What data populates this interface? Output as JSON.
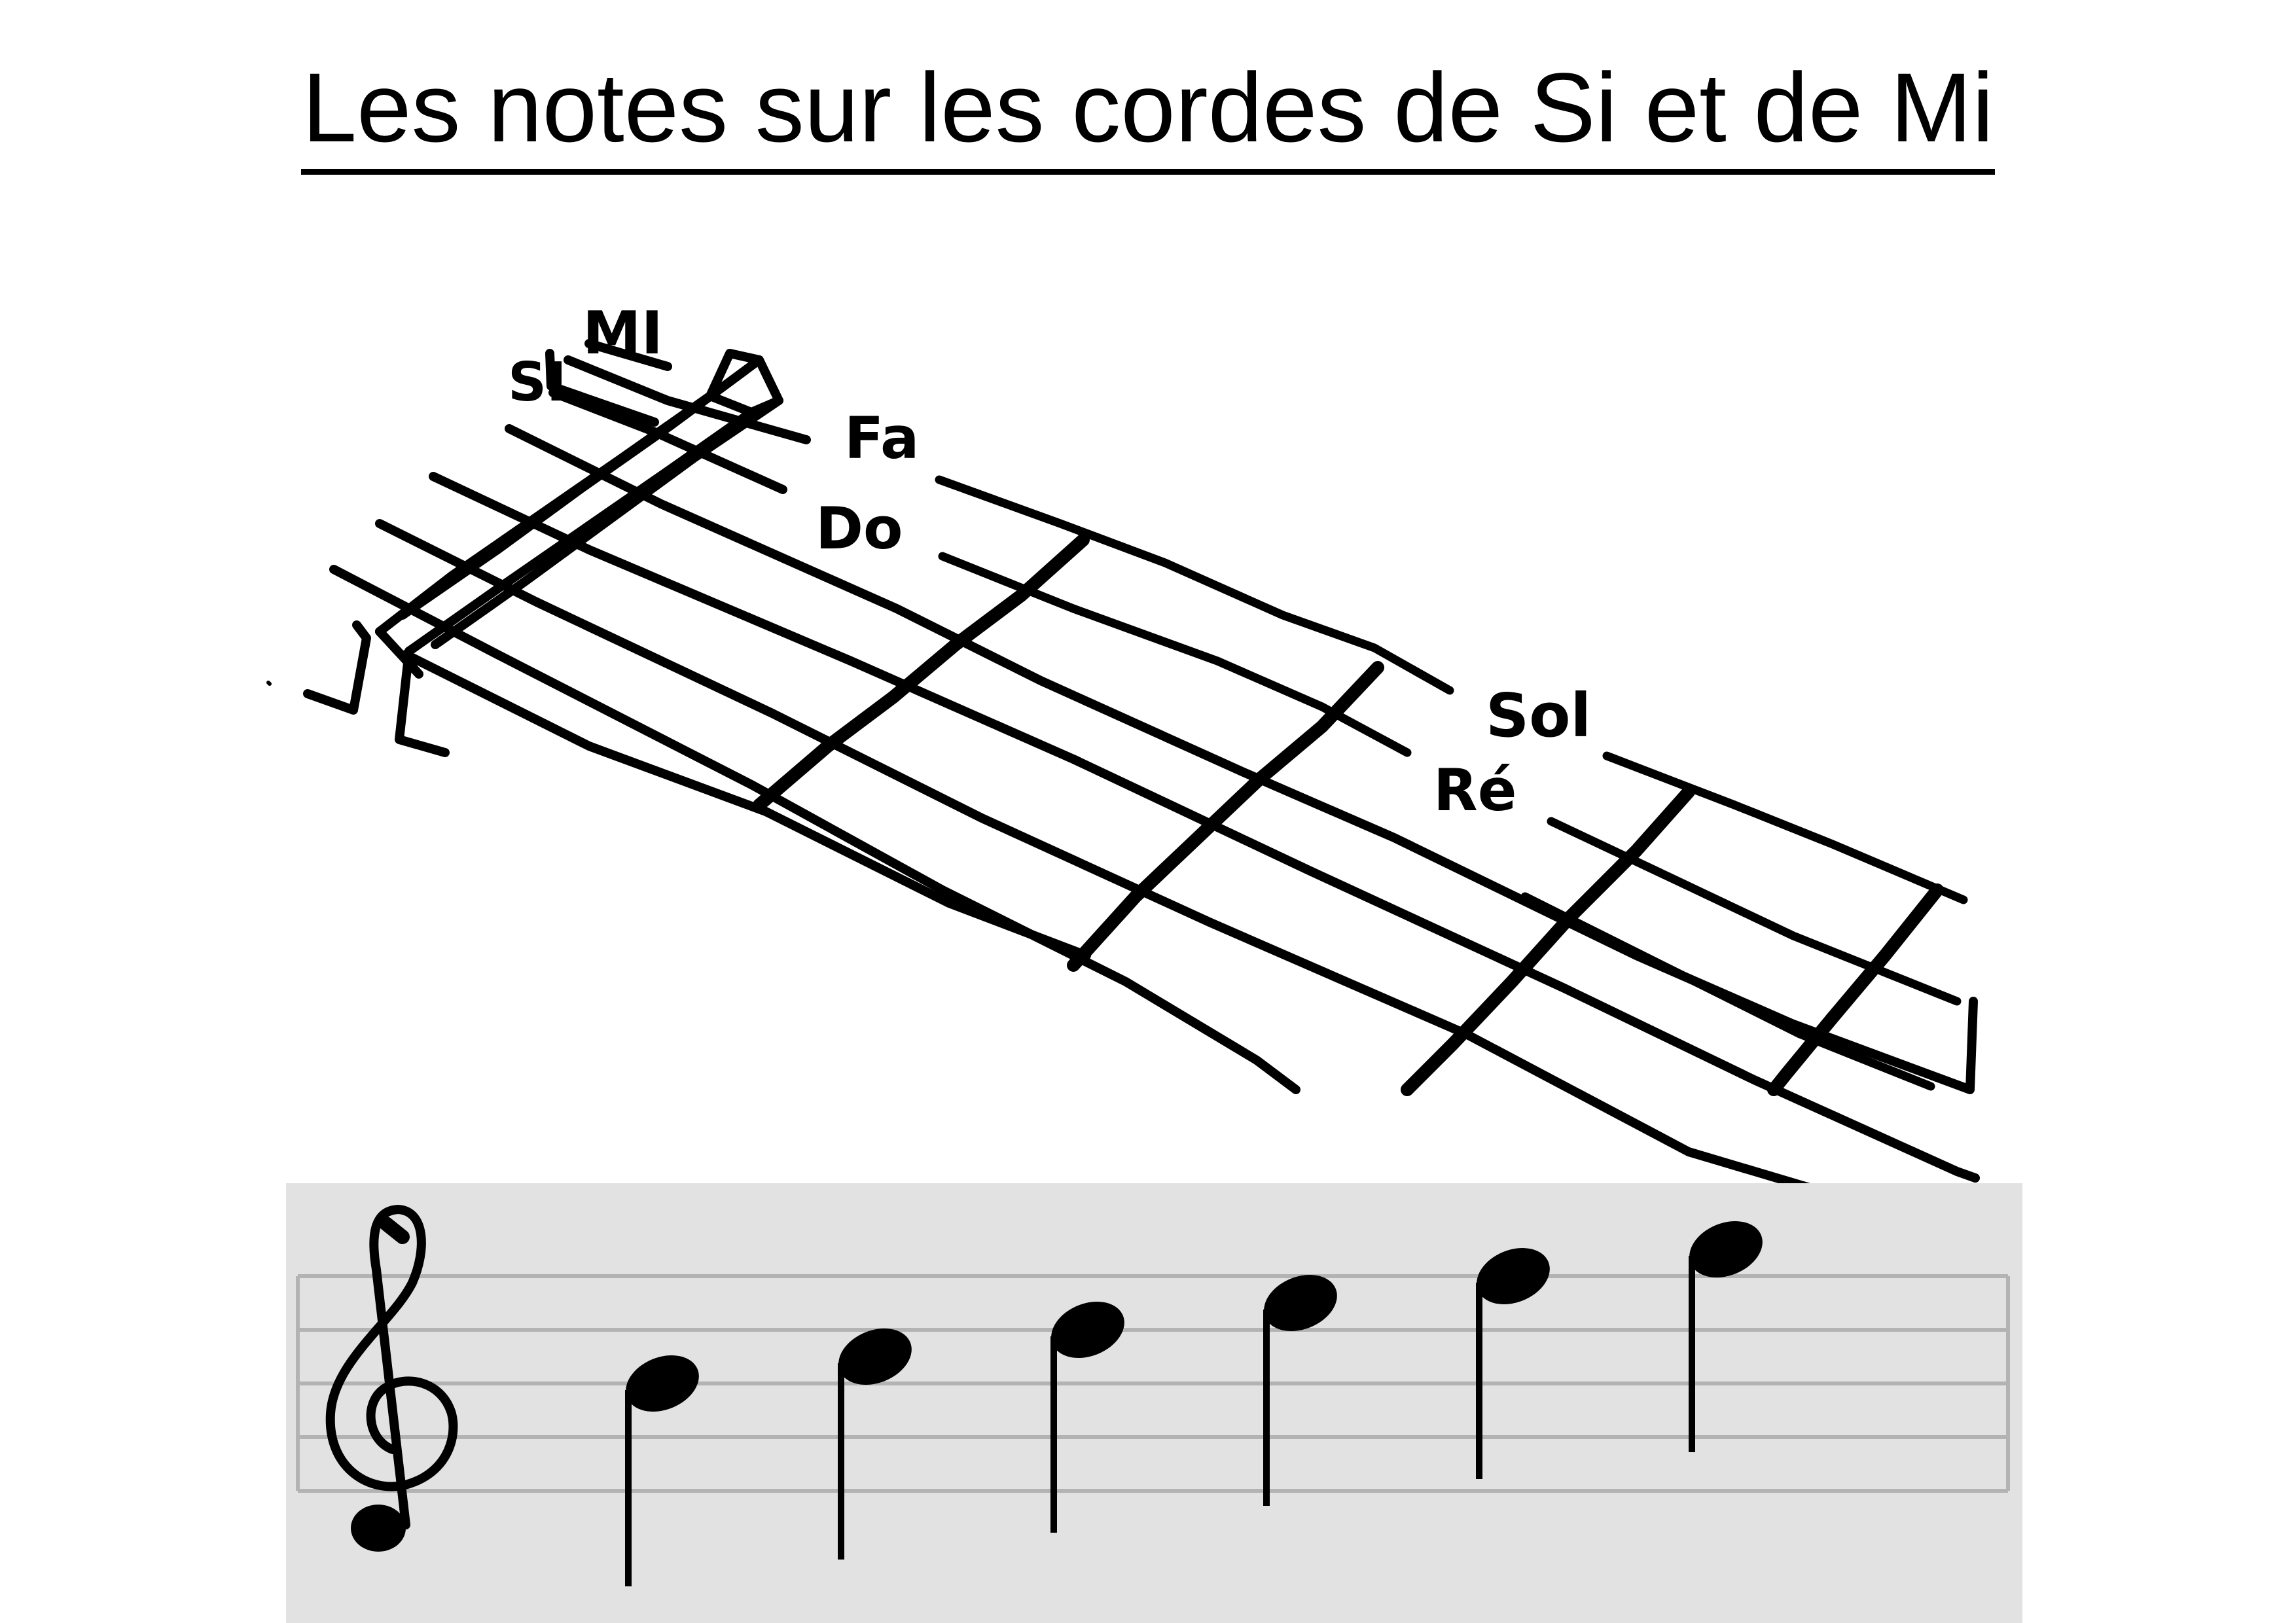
{
  "title": "Les notes sur les cordes de Si et de Mi",
  "fretboard": {
    "string_labels": {
      "si": "SI",
      "mi": "MI"
    },
    "note_labels": [
      "Fa",
      "Do",
      "Sol",
      "Ré"
    ]
  },
  "staff": {
    "clef": "treble-clef",
    "note_count": 6,
    "note_style": "quarter-note",
    "colors": {
      "panel": "#e2e2e2",
      "lines": "#b3b3b3",
      "ink": "#000000"
    }
  }
}
